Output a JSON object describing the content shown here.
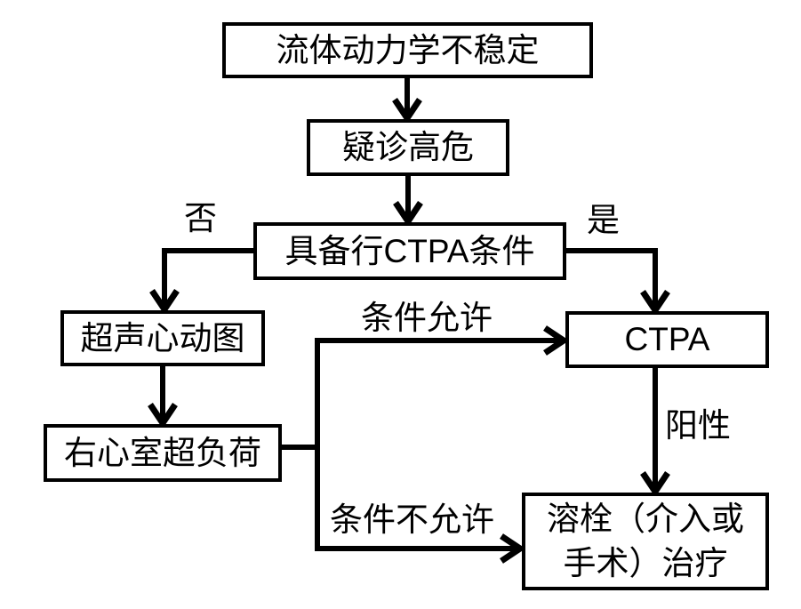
{
  "diagram": {
    "type": "flowchart",
    "background_color": "#ffffff",
    "stroke_color": "#000000",
    "text_color": "#000000",
    "nodes": {
      "hemodynamic_instability": {
        "label": "流体动力学不稳定"
      },
      "suspected_high_risk": {
        "label": "疑诊高危"
      },
      "ctpa_feasibility": {
        "label": "具备行CTPA条件"
      },
      "echocardiography": {
        "label": "超声心动图"
      },
      "rv_overload": {
        "label": "右心室超负荷"
      },
      "ctpa": {
        "label": "CTPA"
      },
      "thrombolysis": {
        "label": "溶栓（介入或手术）治疗",
        "lines": [
          "溶栓（介入或",
          "手术）治疗"
        ]
      }
    },
    "edge_labels": {
      "no": "否",
      "yes": "是",
      "conditions_permit": "条件允许",
      "positive": "阳性",
      "conditions_not_permit": "条件不允许"
    },
    "edges": [
      {
        "from": "流体动力学不稳定",
        "to": "疑诊高危",
        "label": ""
      },
      {
        "from": "疑诊高危",
        "to": "具备行CTPA条件",
        "label": ""
      },
      {
        "from": "具备行CTPA条件",
        "to": "超声心动图",
        "label": "否"
      },
      {
        "from": "具备行CTPA条件",
        "to": "CTPA",
        "label": "是"
      },
      {
        "from": "超声心动图",
        "to": "右心室超负荷",
        "label": ""
      },
      {
        "from": "右心室超负荷",
        "to": "CTPA",
        "label": "条件允许"
      },
      {
        "from": "右心室超负荷",
        "to": "溶栓（介入或手术）治疗",
        "label": "条件不允许"
      },
      {
        "from": "CTPA",
        "to": "溶栓（介入或手术）治疗",
        "label": "阳性"
      }
    ]
  }
}
